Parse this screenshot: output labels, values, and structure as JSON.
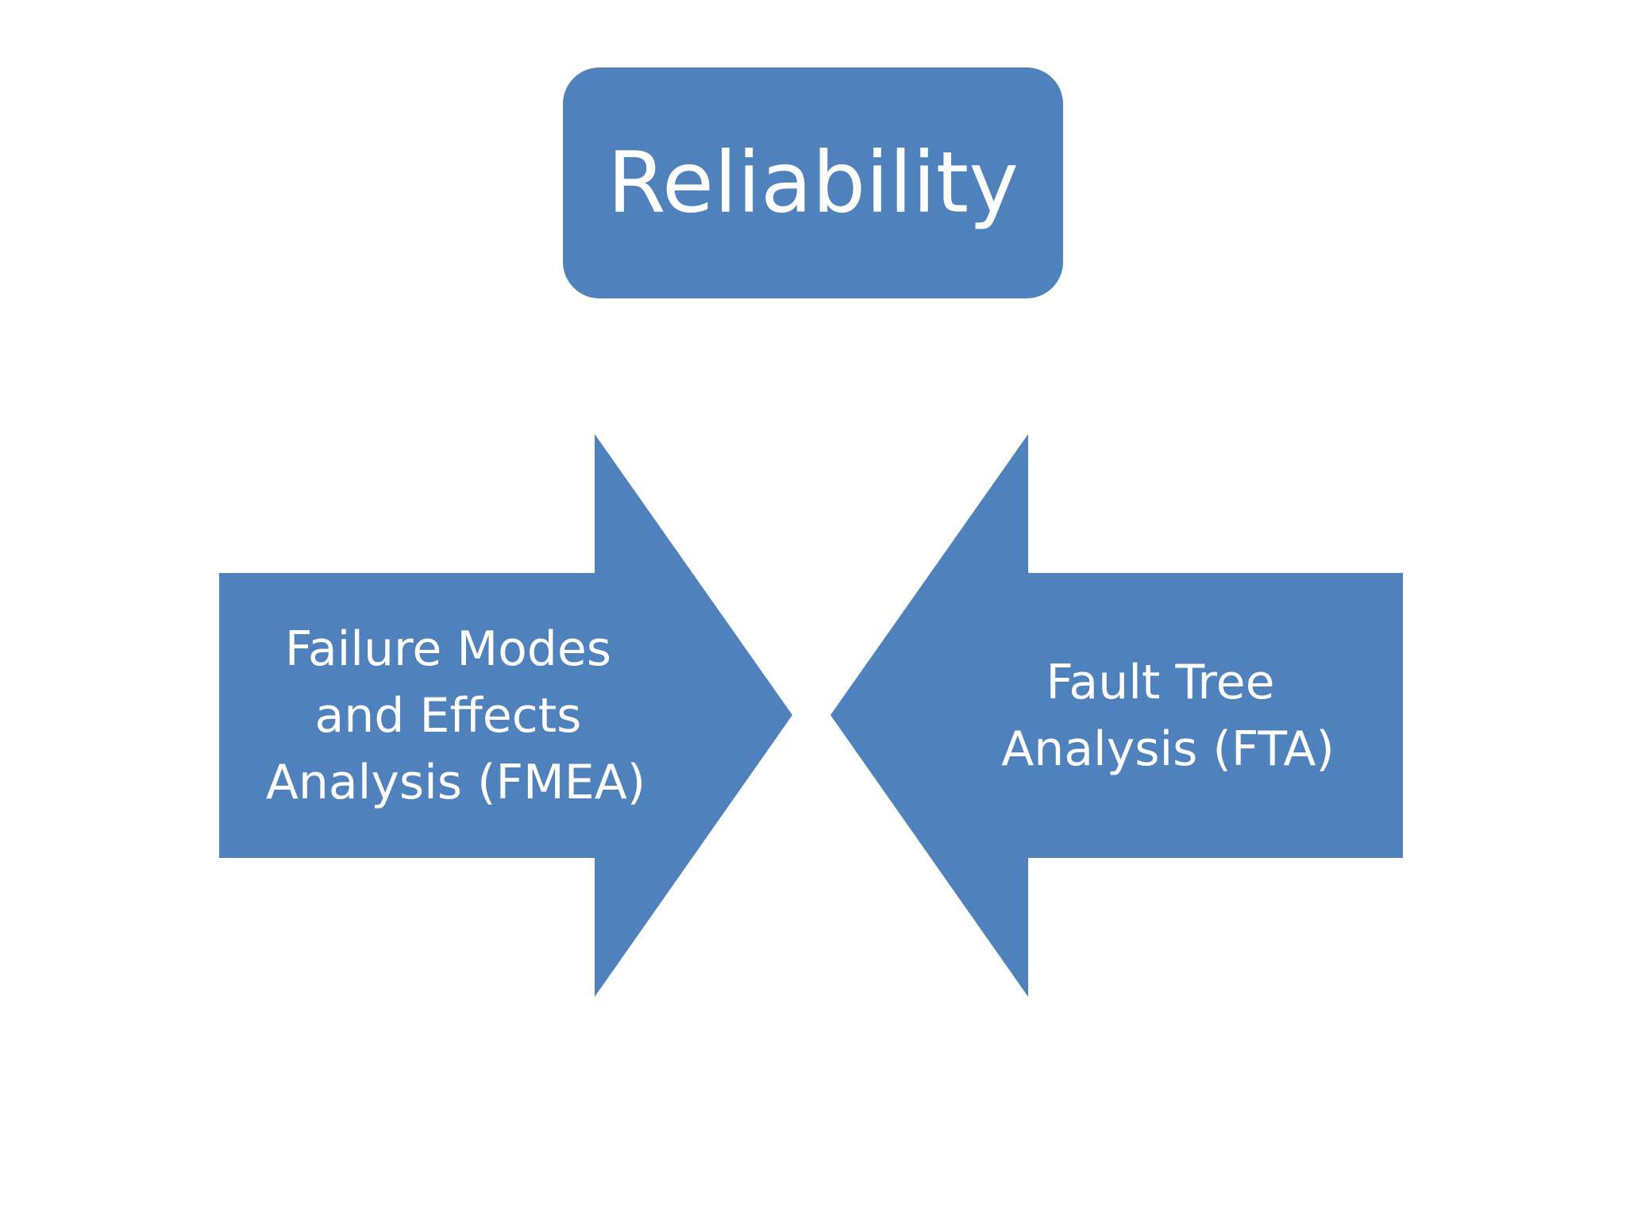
{
  "colors": {
    "shape_fill": "#4f81bd",
    "text": "#ffffff",
    "background": "#ffffff"
  },
  "title_box": {
    "label": "Reliability"
  },
  "left_arrow": {
    "direction": "right",
    "lines": [
      "Failure Modes",
      "and Effects",
      "Analysis (FMEA)"
    ]
  },
  "right_arrow": {
    "direction": "left",
    "lines": [
      "Fault Tree",
      "Analysis (FTA)"
    ]
  }
}
